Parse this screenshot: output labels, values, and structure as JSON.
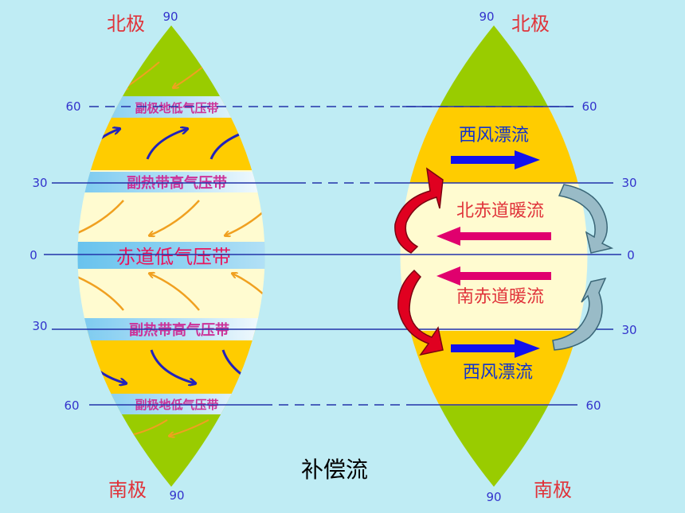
{
  "left": {
    "pole_north": "北极",
    "pole_south": "南极",
    "lat_labels": {
      "n90": "90",
      "n60": "60",
      "n30": "30",
      "eq": "0",
      "s30": "30",
      "s60": "60",
      "s90": "90"
    },
    "belts": {
      "sub_polar_low_n": "副极地低气压带",
      "subtropical_high_n": "副热带高气压带",
      "equatorial_low": "赤道低气压带",
      "subtropical_high_s": "副热带高气压带",
      "sub_polar_low_s": "副极地低气压带"
    }
  },
  "right": {
    "pole_north": "北极",
    "pole_south": "南极",
    "lat_labels": {
      "n90": "90",
      "n60": "60",
      "n30": "30",
      "eq": "0",
      "s30": "30",
      "s60": "60",
      "s90": "90"
    },
    "currents": {
      "west_wind_drift_n": "西风漂流",
      "north_equatorial": "北赤道暖流",
      "south_equatorial": "南赤道暖流",
      "west_wind_drift_s": "西风漂流"
    }
  },
  "caption": "补偿流",
  "colors": {
    "background": "#bfecf4",
    "polar": "#99cc00",
    "westerly_zone": "#ffcc00",
    "tropical_zone": "#fffbd0",
    "pressure_belt": "#4db8ea",
    "belt_text": "#cc3399",
    "equator_text": "#e8175d",
    "lat_text": "#3333cc",
    "pole_text": "#e0333a",
    "warm_current": "#e0006e",
    "cold_current": "#99bbc7",
    "west_drift_arrow": "#1111ee",
    "trade_wind_arrow": "#f0a020",
    "westerly_arrow": "#2222bb"
  }
}
